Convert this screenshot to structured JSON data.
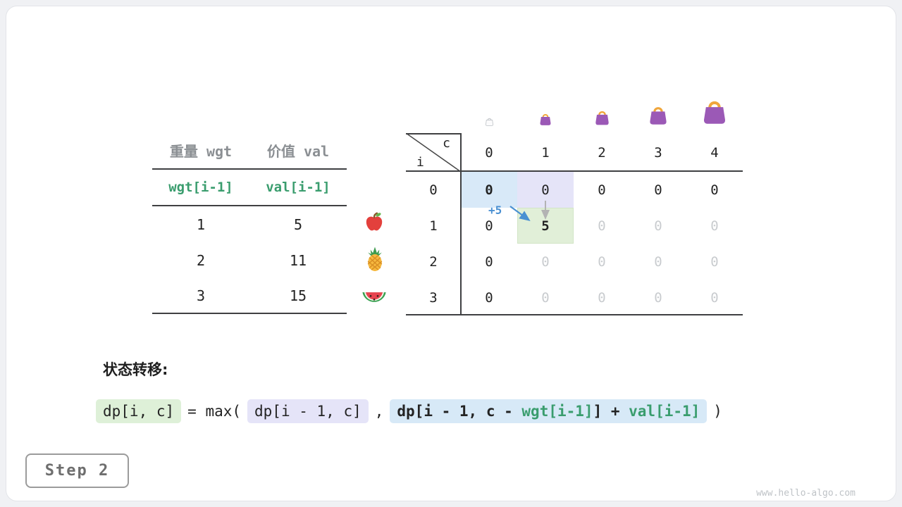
{
  "figure": {
    "step_label": "Step 2",
    "watermark": "www.hello-algo.com"
  },
  "items_table": {
    "col_headers": [
      "重量 wgt",
      "价值 val"
    ],
    "index_row": [
      "wgt[i-1]",
      "val[i-1]"
    ],
    "rows": [
      {
        "fruit": "apple",
        "wgt": "1",
        "val": "5"
      },
      {
        "fruit": "pineapple",
        "wgt": "2",
        "val": "11"
      },
      {
        "fruit": "watermelon",
        "wgt": "3",
        "val": "15"
      }
    ]
  },
  "dp_table": {
    "corner": {
      "col_label": "c",
      "row_label": "i"
    },
    "col_headers": [
      "0",
      "1",
      "2",
      "3",
      "4"
    ],
    "row_headers": [
      "0",
      "1",
      "2",
      "3"
    ],
    "rows": [
      [
        "0",
        "0",
        "0",
        "0",
        "0"
      ],
      [
        "0",
        "5",
        "0",
        "0",
        "0"
      ],
      [
        "0",
        "0",
        "0",
        "0",
        "0"
      ],
      [
        "0",
        "0",
        "0",
        "0",
        "0"
      ]
    ],
    "annotation_add": "+5",
    "capacity_icons": [
      "bag-ghost",
      "bag-xs",
      "bag-sm",
      "bag-md",
      "bag-lg"
    ]
  },
  "transition": {
    "heading": "状态转移:",
    "lhs": "dp[i, c]",
    "operator": "= max(",
    "option1": "dp[i - 1, c]",
    "separator": ",",
    "option2_prefix": "dp[i - 1, c - ",
    "option2_wgt": "wgt[i-1]",
    "option2_infix": "] + ",
    "option2_val": "val[i-1]",
    "closing": ")"
  },
  "colors": {
    "accent_green": "#3a9d6e",
    "highlight_green": "#e1efd8",
    "highlight_lavender": "#e5e4f8",
    "highlight_blue": "#d8e9f8",
    "arrow_blue": "#4a90d2",
    "arrow_gray": "#b3b3b3",
    "bag_purple": "#9b59b6",
    "bag_handle": "#f0a63c"
  }
}
